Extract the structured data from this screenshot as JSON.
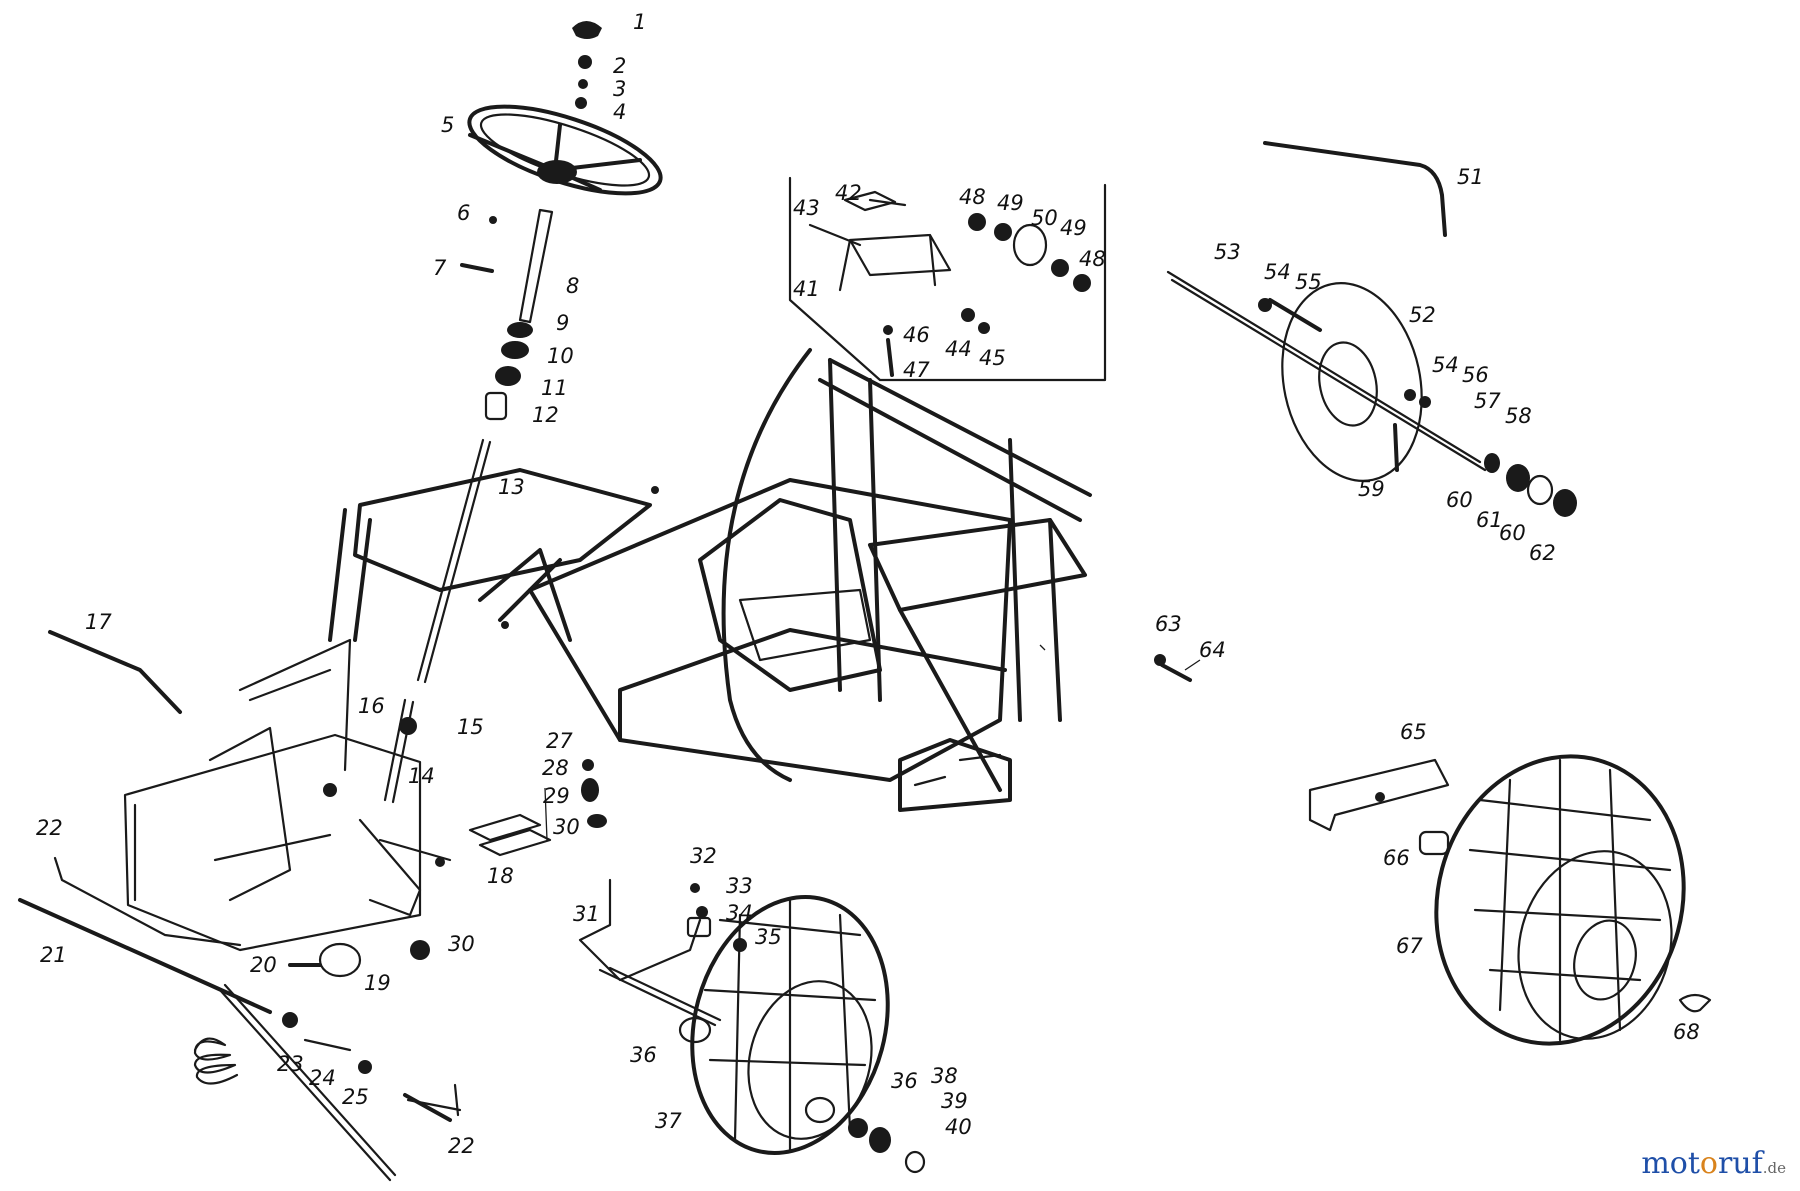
{
  "labels": [
    {
      "id": "p1",
      "text": "1"
    },
    {
      "id": "p2",
      "text": "2"
    },
    {
      "id": "p3",
      "text": "3"
    },
    {
      "id": "p4",
      "text": "4"
    },
    {
      "id": "p5",
      "text": "5"
    },
    {
      "id": "p6",
      "text": "6"
    },
    {
      "id": "p7",
      "text": "7"
    },
    {
      "id": "p8",
      "text": "8"
    },
    {
      "id": "p9",
      "text": "9"
    },
    {
      "id": "p10",
      "text": "10"
    },
    {
      "id": "p11",
      "text": "11"
    },
    {
      "id": "p12",
      "text": "12"
    },
    {
      "id": "p13",
      "text": "13"
    },
    {
      "id": "p14",
      "text": "14"
    },
    {
      "id": "p15",
      "text": "15"
    },
    {
      "id": "p16",
      "text": "16"
    },
    {
      "id": "p17",
      "text": "17"
    },
    {
      "id": "p18",
      "text": "18"
    },
    {
      "id": "p19",
      "text": "19"
    },
    {
      "id": "p20",
      "text": "20"
    },
    {
      "id": "p21",
      "text": "21"
    },
    {
      "id": "p22a",
      "text": "22"
    },
    {
      "id": "p22b",
      "text": "22"
    },
    {
      "id": "p23",
      "text": "23"
    },
    {
      "id": "p24",
      "text": "24"
    },
    {
      "id": "p25",
      "text": "25"
    },
    {
      "id": "p27",
      "text": "27"
    },
    {
      "id": "p28",
      "text": "28"
    },
    {
      "id": "p29",
      "text": "29"
    },
    {
      "id": "p30a",
      "text": "30"
    },
    {
      "id": "p30b",
      "text": "30"
    },
    {
      "id": "p31",
      "text": "31"
    },
    {
      "id": "p32",
      "text": "32"
    },
    {
      "id": "p33",
      "text": "33"
    },
    {
      "id": "p34",
      "text": "34"
    },
    {
      "id": "p35",
      "text": "35"
    },
    {
      "id": "p36a",
      "text": "36"
    },
    {
      "id": "p36b",
      "text": "36"
    },
    {
      "id": "p37",
      "text": "37"
    },
    {
      "id": "p38",
      "text": "38"
    },
    {
      "id": "p39",
      "text": "39"
    },
    {
      "id": "p40",
      "text": "40"
    },
    {
      "id": "p41",
      "text": "41"
    },
    {
      "id": "p42",
      "text": "42"
    },
    {
      "id": "p43",
      "text": "43"
    },
    {
      "id": "p44",
      "text": "44"
    },
    {
      "id": "p45",
      "text": "45"
    },
    {
      "id": "p46",
      "text": "46"
    },
    {
      "id": "p47",
      "text": "47"
    },
    {
      "id": "p48a",
      "text": "48"
    },
    {
      "id": "p48b",
      "text": "48"
    },
    {
      "id": "p49a",
      "text": "49"
    },
    {
      "id": "p49b",
      "text": "49"
    },
    {
      "id": "p50",
      "text": "50"
    },
    {
      "id": "p51",
      "text": "51"
    },
    {
      "id": "p52",
      "text": "52"
    },
    {
      "id": "p53",
      "text": "53"
    },
    {
      "id": "p54a",
      "text": "54"
    },
    {
      "id": "p54b",
      "text": "54"
    },
    {
      "id": "p55",
      "text": "55"
    },
    {
      "id": "p56",
      "text": "56"
    },
    {
      "id": "p57",
      "text": "57"
    },
    {
      "id": "p58",
      "text": "58"
    },
    {
      "id": "p59",
      "text": "59"
    },
    {
      "id": "p60a",
      "text": "60"
    },
    {
      "id": "p60b",
      "text": "60"
    },
    {
      "id": "p61",
      "text": "61"
    },
    {
      "id": "p62",
      "text": "62"
    },
    {
      "id": "p63",
      "text": "63"
    },
    {
      "id": "p64",
      "text": "64"
    },
    {
      "id": "p65",
      "text": "65"
    },
    {
      "id": "p66",
      "text": "66"
    },
    {
      "id": "p67",
      "text": "67"
    },
    {
      "id": "p68",
      "text": "68"
    }
  ],
  "watermark": {
    "part1": "mot",
    "part2": "o",
    "part3": "ruf",
    "suffix": ".de"
  },
  "colors": {
    "line": "#1a1a1a",
    "watermark_blue": "#1f4fa8",
    "watermark_orange": "#d9831c"
  }
}
